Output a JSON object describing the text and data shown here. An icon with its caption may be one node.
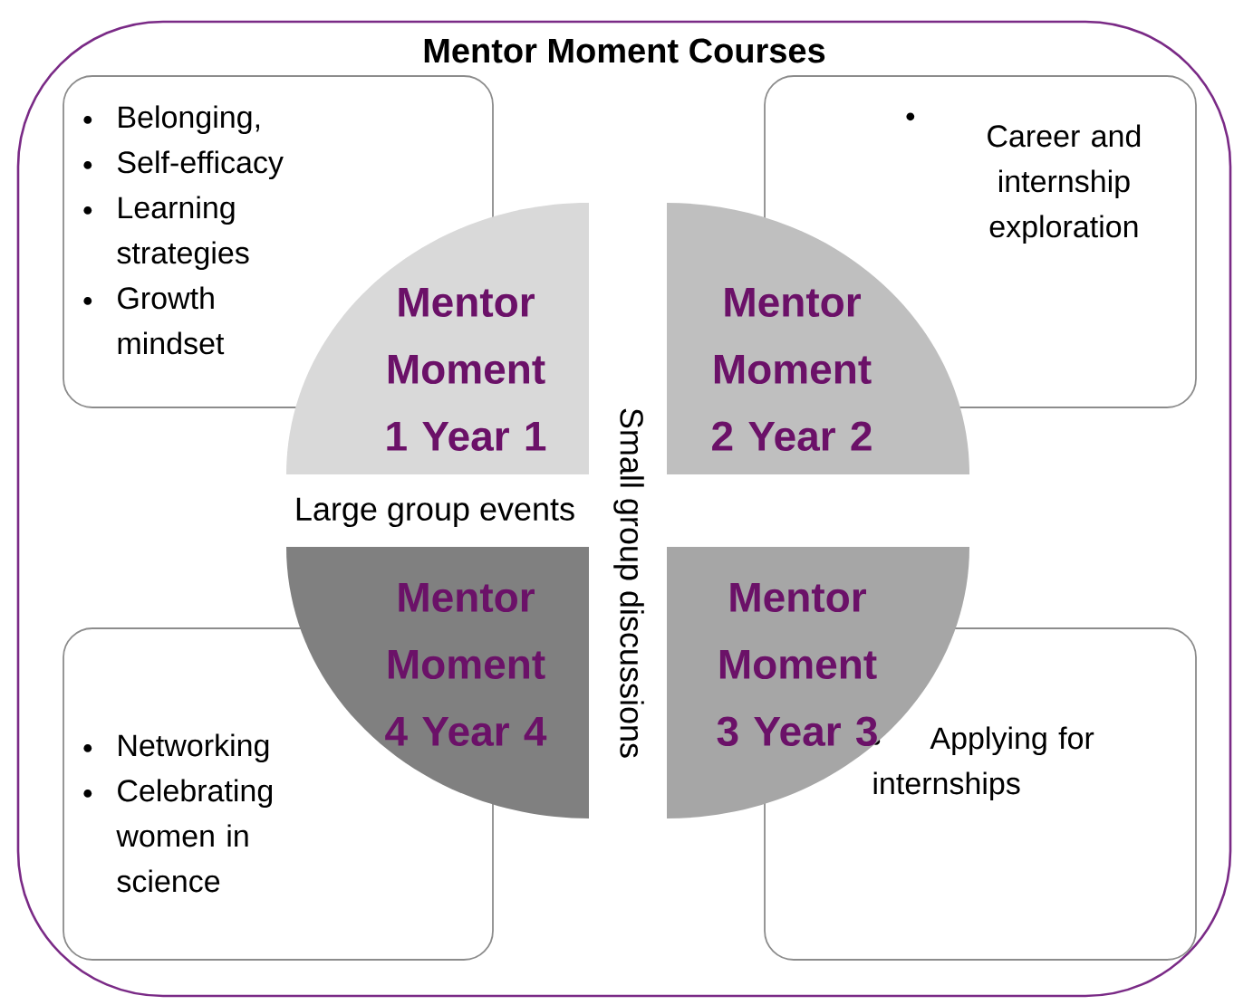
{
  "diagram": {
    "nodes": [
      {
        "text": [
          "Mentor Moment Courses"
        ]
      },
      {
        "text": [
          "Belonging,",
          "Self-efficacy",
          "Learning strategies",
          "Growth mindset"
        ],
        "in": 0
      },
      {
        "text": [
          "Career and internship exploration"
        ],
        "in": 0
      },
      {
        "text": [
          "Mentor Moment 1 Year 1"
        ],
        "in": 0
      },
      {
        "text": [
          "Mentor Moment 2 Year 2"
        ],
        "in": 0
      },
      {
        "text": [
          "Mentor Moment 4 Year 4"
        ],
        "in": 0
      },
      {
        "text": [
          "Mentor Moment 3 Year 3"
        ],
        "in": 0
      },
      {
        "text": [
          "Networking",
          "Celebrating women in science"
        ],
        "in": 0
      },
      {
        "text": [
          "Applying for internships"
        ],
        "in": 0
      }
    ],
    "labels": [
      "Large group events",
      "Small group discussions"
    ]
  }
}
